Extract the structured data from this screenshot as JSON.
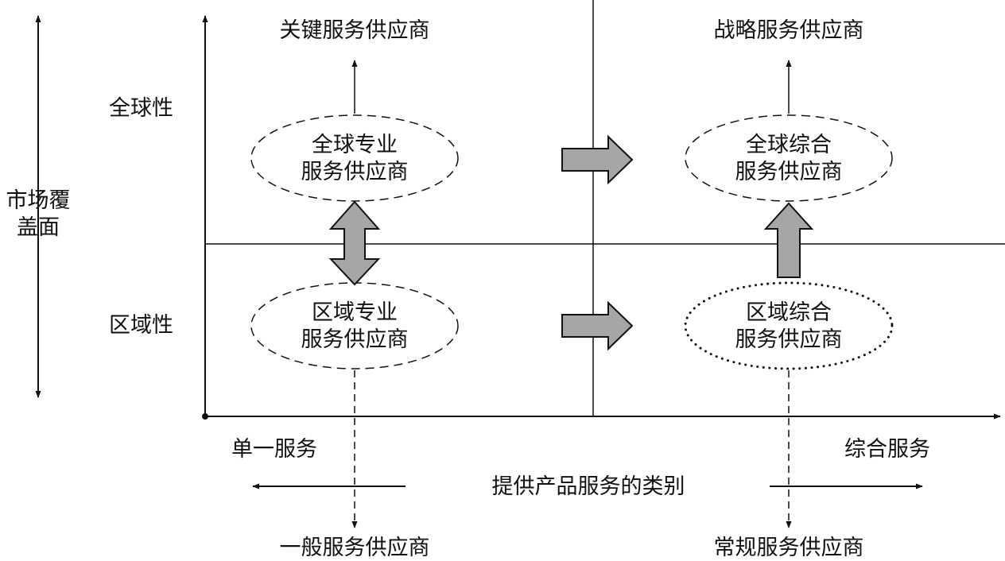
{
  "y_axis": {
    "label_line1": "市场覆",
    "label_line2": "盖面"
  },
  "rows": {
    "top": "全球性",
    "bottom": "区域性"
  },
  "x_axis": {
    "left": "单一服务",
    "right": "综合服务",
    "title": "提供产品服务的类别"
  },
  "outcomes": {
    "top_left": "关键服务供应商",
    "top_right": "战略服务供应商",
    "bottom_left": "一般服务供应商",
    "bottom_right": "常规服务供应商"
  },
  "nodes": {
    "global_specialized": {
      "line1": "全球专业",
      "line2": "服务供应商"
    },
    "global_integrated": {
      "line1": "全球综合",
      "line2": "服务供应商"
    },
    "regional_specialized": {
      "line1": "区域专业",
      "line2": "服务供应商"
    },
    "regional_integrated": {
      "line1": "区域综合",
      "line2": "服务供应商"
    }
  },
  "colors": {
    "line": "#111111",
    "arrow_fill": "#a6a6a6"
  }
}
